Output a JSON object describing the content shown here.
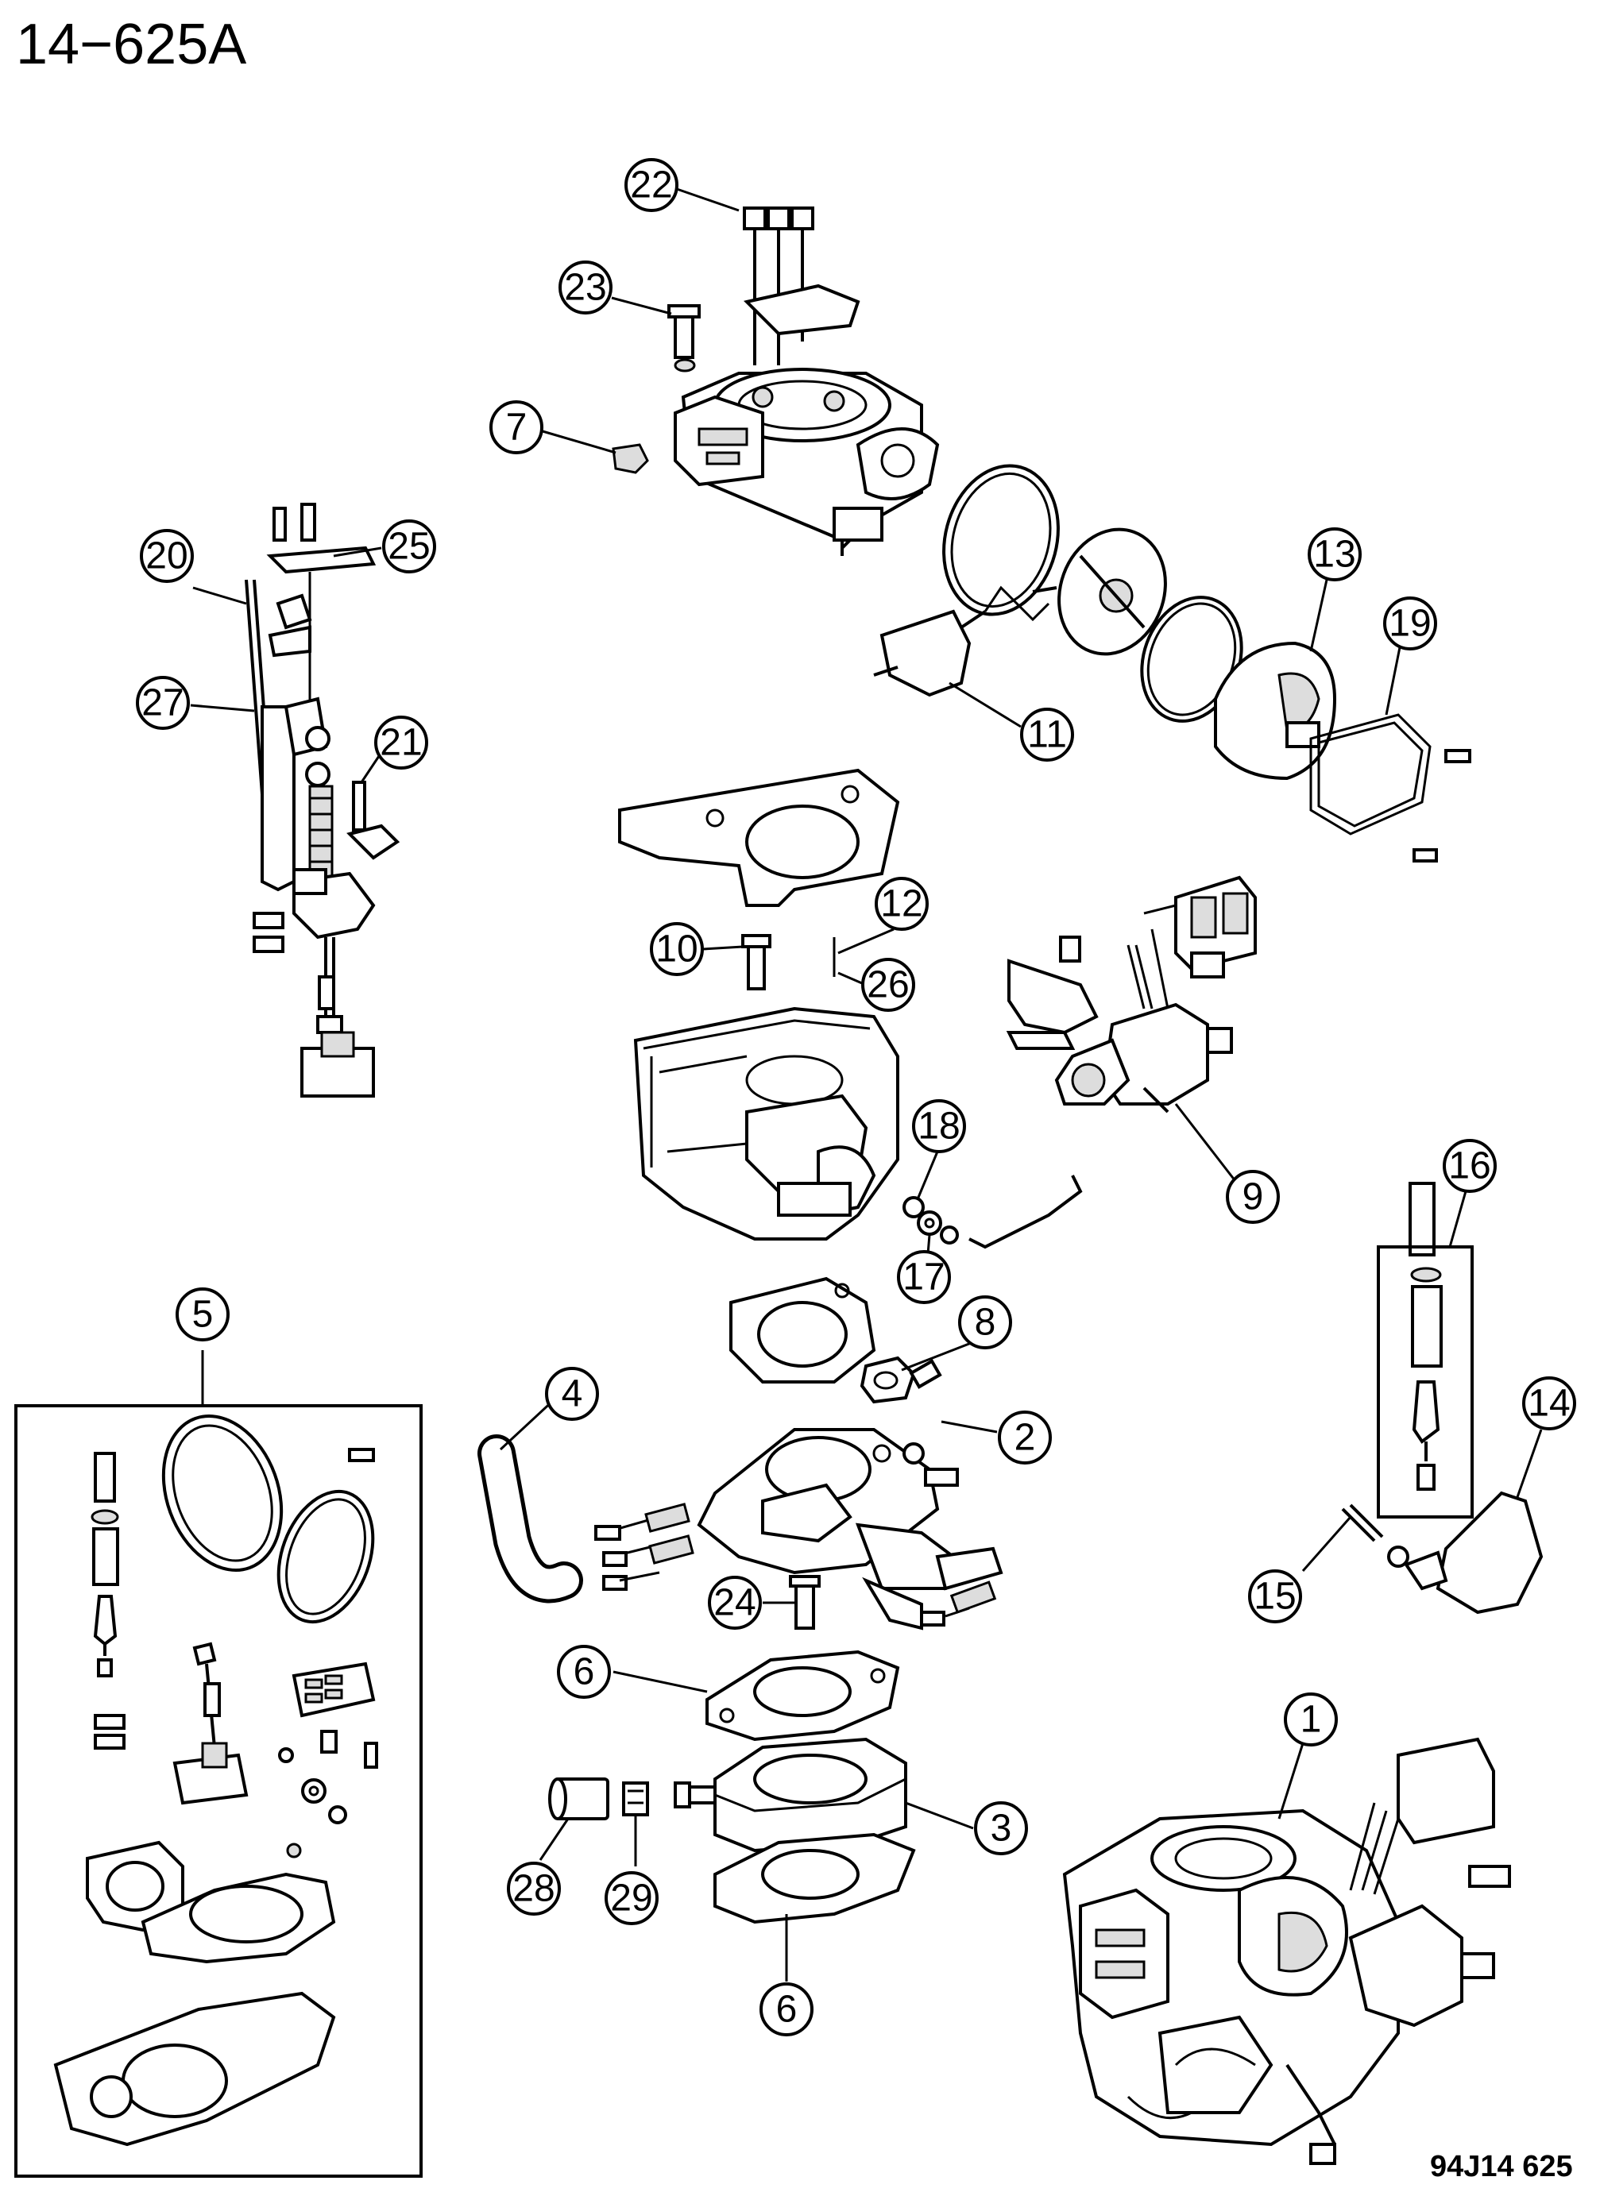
{
  "diagram": {
    "title": "14−625A",
    "caption": "94J14  625",
    "callouts": [
      {
        "id": "c22",
        "label": "22"
      },
      {
        "id": "c23",
        "label": "23"
      },
      {
        "id": "c7",
        "label": "7"
      },
      {
        "id": "c20",
        "label": "20"
      },
      {
        "id": "c25",
        "label": "25"
      },
      {
        "id": "c27",
        "label": "27"
      },
      {
        "id": "c21",
        "label": "21"
      },
      {
        "id": "c13",
        "label": "13"
      },
      {
        "id": "c19",
        "label": "19"
      },
      {
        "id": "c11",
        "label": "11"
      },
      {
        "id": "c12",
        "label": "12"
      },
      {
        "id": "c10",
        "label": "10"
      },
      {
        "id": "c26",
        "label": "26"
      },
      {
        "id": "c18",
        "label": "18"
      },
      {
        "id": "c9",
        "label": "9"
      },
      {
        "id": "c16",
        "label": "16"
      },
      {
        "id": "c17",
        "label": "17"
      },
      {
        "id": "c8",
        "label": "8"
      },
      {
        "id": "c5",
        "label": "5"
      },
      {
        "id": "c4",
        "label": "4"
      },
      {
        "id": "c2",
        "label": "2"
      },
      {
        "id": "c14",
        "label": "14"
      },
      {
        "id": "c24",
        "label": "24"
      },
      {
        "id": "c15",
        "label": "15"
      },
      {
        "id": "c6a",
        "label": "6"
      },
      {
        "id": "c1",
        "label": "1"
      },
      {
        "id": "c3",
        "label": "3"
      },
      {
        "id": "c28",
        "label": "28"
      },
      {
        "id": "c29",
        "label": "29"
      },
      {
        "id": "c6b",
        "label": "6"
      }
    ]
  }
}
